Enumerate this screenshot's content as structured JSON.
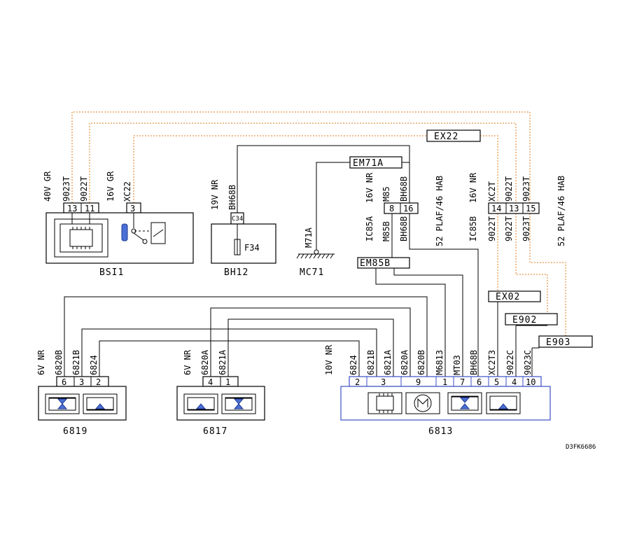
{
  "colors": {
    "wire": "#000000",
    "harness": "#e07a1a",
    "switch_fill": "#4a6fd6"
  },
  "components": {
    "bsi": {
      "name": "BSI1",
      "pin_13": "13",
      "pin_11": "11",
      "pin_3": "3"
    },
    "bh12": {
      "name": "BH12",
      "pin": "C34",
      "fuse": "F34"
    },
    "mc71": {
      "name": "MC71",
      "wire": "M71A"
    },
    "c6819": {
      "name": "6819",
      "pins": [
        "6",
        "3",
        "2"
      ],
      "wires": [
        "6820B",
        "6821B",
        "6824"
      ],
      "conn": "6V NR"
    },
    "c6817": {
      "name": "6817",
      "pins": [
        "4",
        "1"
      ],
      "wires": [
        "6820A",
        "6821A"
      ],
      "conn": "6V NR"
    },
    "c6813": {
      "name": "6813",
      "pins": [
        "2",
        "3",
        "9",
        "1",
        "7",
        "6",
        "5",
        "4",
        "10"
      ],
      "wires": [
        "6824",
        "6821B",
        "6821A",
        "6820A",
        "6820B",
        "M6813",
        "MT03",
        "BH68B",
        "XC2T3",
        "9022C",
        "9023C"
      ],
      "conn": "10V NR"
    }
  },
  "connectors": {
    "bsi_a": "40V GR",
    "bsi_b": "16V GR",
    "bh12": "19V NR",
    "ic85a": "IC85A",
    "ic85a_conn": "16V NR",
    "ic85b": "IC85B",
    "ic85b_conn": "16V NR",
    "plaf1": "52 PLAF/46 HAB",
    "plaf2": "52 PLAF/46 HAB"
  },
  "wires": {
    "w9023T": "9023T",
    "w9022T": "9022T",
    "wXC22": "XC22",
    "wBH68B": "BH68B",
    "wM85": "M85",
    "wM85B": "M85B",
    "wXC2T": "XC2T"
  },
  "pins": {
    "ic85a_8": "8",
    "ic85a_16": "16",
    "ic85b_14": "14",
    "ic85b_13": "13",
    "ic85b_15": "15"
  },
  "splices": {
    "ex22": "EX22",
    "em71a": "EM71A",
    "em85b": "EM85B",
    "ex02": "EX02",
    "e902": "E902",
    "e903": "E903"
  },
  "reference": "D3FK6686"
}
